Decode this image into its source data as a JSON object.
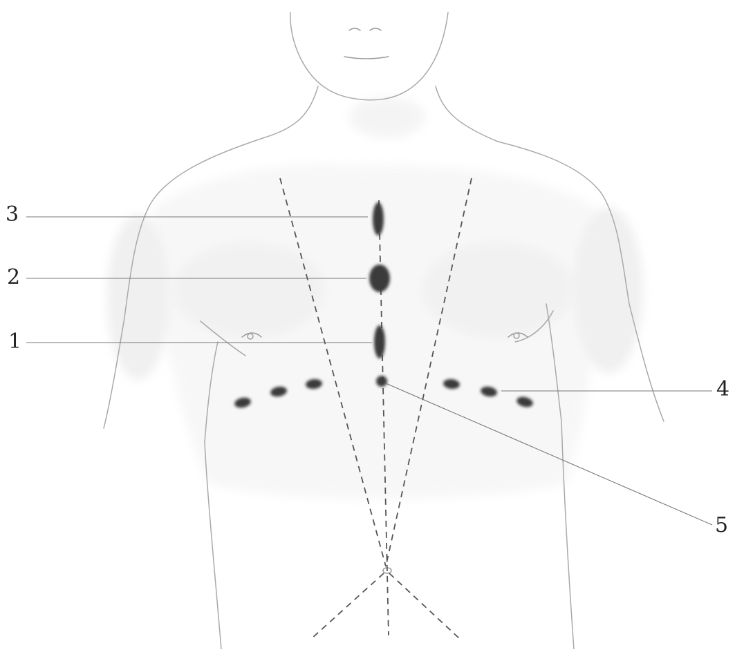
{
  "figure": {
    "labels": [
      {
        "id": "label-1",
        "text": "1"
      },
      {
        "id": "label-2",
        "text": "2"
      },
      {
        "id": "label-3",
        "text": "3"
      },
      {
        "id": "label-4",
        "text": "4"
      },
      {
        "id": "label-5",
        "text": "5"
      }
    ]
  },
  "colors": {
    "outline": "#a9a9a9",
    "shading": "#d8d8d8",
    "marker": "#3a3a3a",
    "guide_line": "#555555",
    "leader_line": "#777777",
    "label_text": "#222222"
  }
}
